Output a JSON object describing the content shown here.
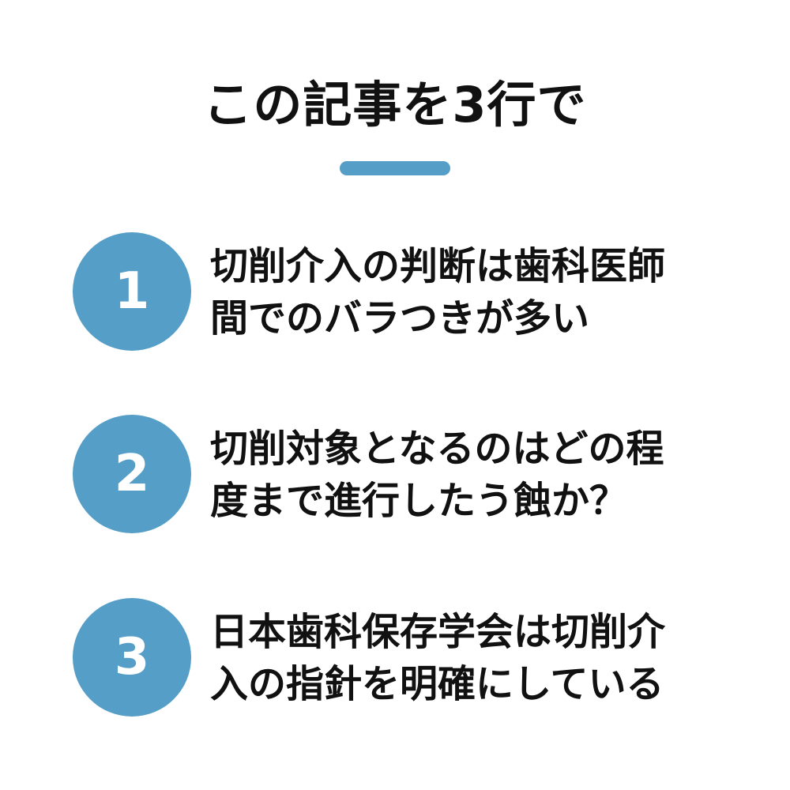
{
  "title": "この記事を3行で",
  "accent_color": "#559ec7",
  "points": [
    {
      "number": "1",
      "lines": [
        "切削介入の判断は歯科医師",
        "間でのバラつきが多い"
      ]
    },
    {
      "number": "2",
      "lines": [
        "切削対象となるのはどの程",
        "度まで進行したう蝕か？"
      ]
    },
    {
      "number": "3",
      "lines": [
        "日本歯科保存学会は切削介",
        "入の指針を明確にしている"
      ]
    }
  ]
}
